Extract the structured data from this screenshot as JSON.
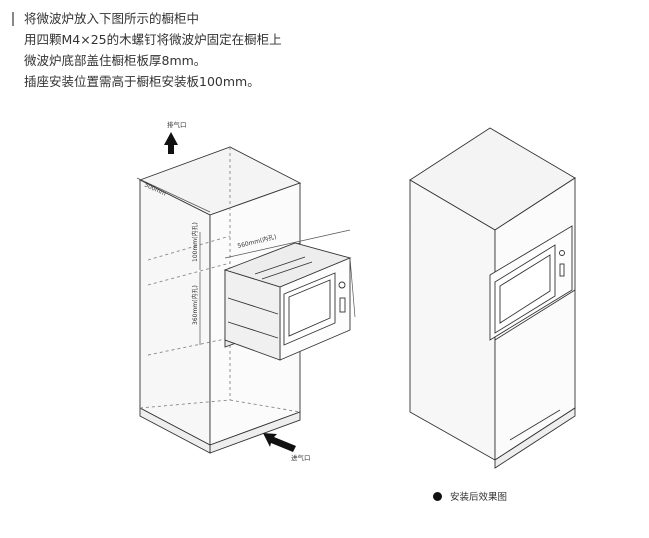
{
  "instructions": [
    "将微波炉放入下图所示的橱柜中",
    "用四颗M4×25的木螺钉将微波炉固定在橱柜上",
    "微波炉底部盖住橱柜板厚8mm。",
    "插座安装位置需高于橱柜安装板100mm。"
  ],
  "diagram": {
    "exhaust_top": "排气口",
    "exhaust_bottom": "进气口",
    "dim_depth": "500mm",
    "dim_width": "560mm(内孔)",
    "dim_gap": "100mm(内孔)",
    "dim_height": "360mm(内孔)"
  },
  "caption": "安装后效果图"
}
